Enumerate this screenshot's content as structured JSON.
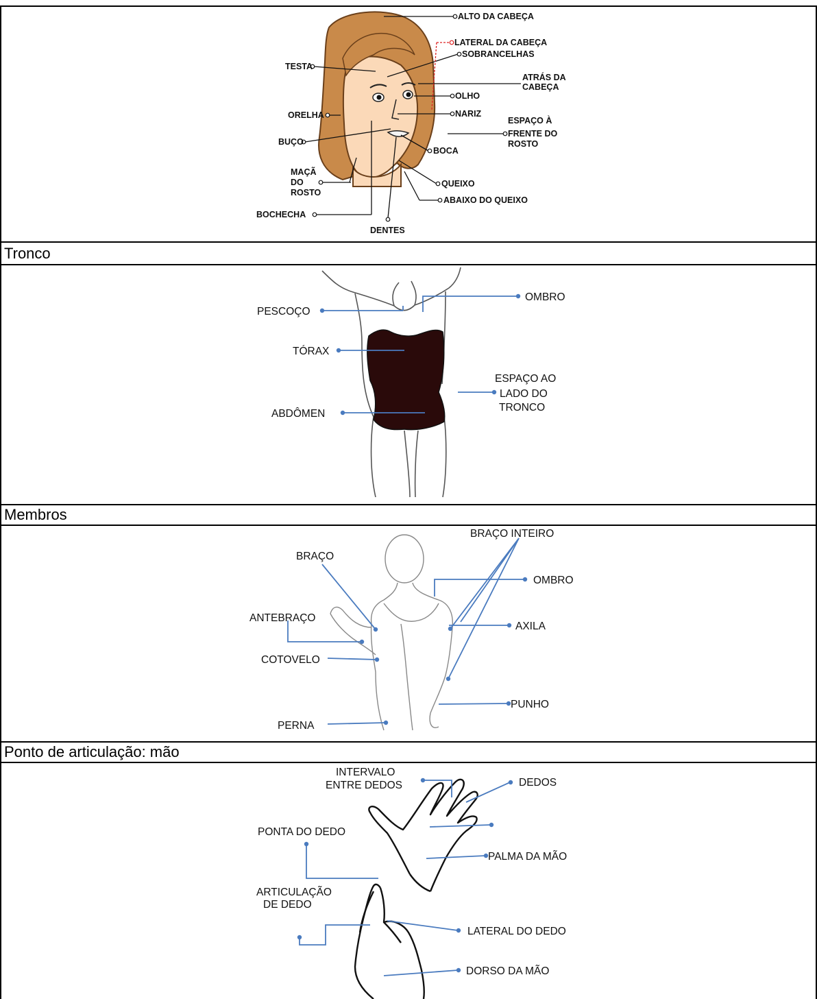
{
  "rows": [
    {
      "header": null
    },
    {
      "header": "Tronco"
    },
    {
      "header": "Membros"
    },
    {
      "header": "Ponto de articulação: mão"
    }
  ],
  "face": {
    "labels": {
      "top_head": "ALTO DA CABEÇA",
      "side_head": "LATERAL DA CABEÇA",
      "eyebrows": "SOBRANCELHAS",
      "forehead": "TESTA",
      "behind_head_1": "ATRÁS DA",
      "behind_head_2": "CABEÇA",
      "eye": "OLHO",
      "ear": "ORELHA",
      "nose": "NARIZ",
      "front_face_1": "ESPAÇO À",
      "front_face_2": "FRENTE DO",
      "front_face_3": "ROSTO",
      "upper_lip": "BUÇO",
      "mouth": "BOCA",
      "cheekbone_1": "MAÇÃ",
      "cheekbone_2": "DO",
      "cheekbone_3": "ROSTO",
      "chin": "QUEIXO",
      "under_chin": "ABAIXO DO QUEIXO",
      "cheek": "BOCHECHA",
      "teeth": "DENTES"
    }
  },
  "torso": {
    "labels": {
      "shoulder": "OMBRO",
      "neck": "PESCOÇO",
      "chest": "TÓRAX",
      "side_1": "ESPAÇO AO",
      "side_2": "LADO DO",
      "side_3": "TRONCO",
      "abdomen": "ABDÔMEN"
    }
  },
  "limbs": {
    "labels": {
      "whole_arm": "BRAÇO INTEIRO",
      "arm": "BRAÇO",
      "shoulder": "OMBRO",
      "forearm": "ANTEBRAÇO",
      "armpit": "AXILA",
      "elbow": "COTOVELO",
      "wrist": "PUNHO",
      "leg": "PERNA"
    }
  },
  "hand": {
    "labels": {
      "gap_1": "INTERVALO",
      "gap_2": "ENTRE DEDOS",
      "fingers": "DEDOS",
      "fingertip": "PONTA DO DEDO",
      "palm": "PALMA DA MÃO",
      "joint_1": "ARTICULAÇÃO",
      "joint_2": "DE DEDO",
      "finger_side": "LATERAL DO DEDO",
      "back_hand": "DORSO DA MÃO"
    }
  }
}
